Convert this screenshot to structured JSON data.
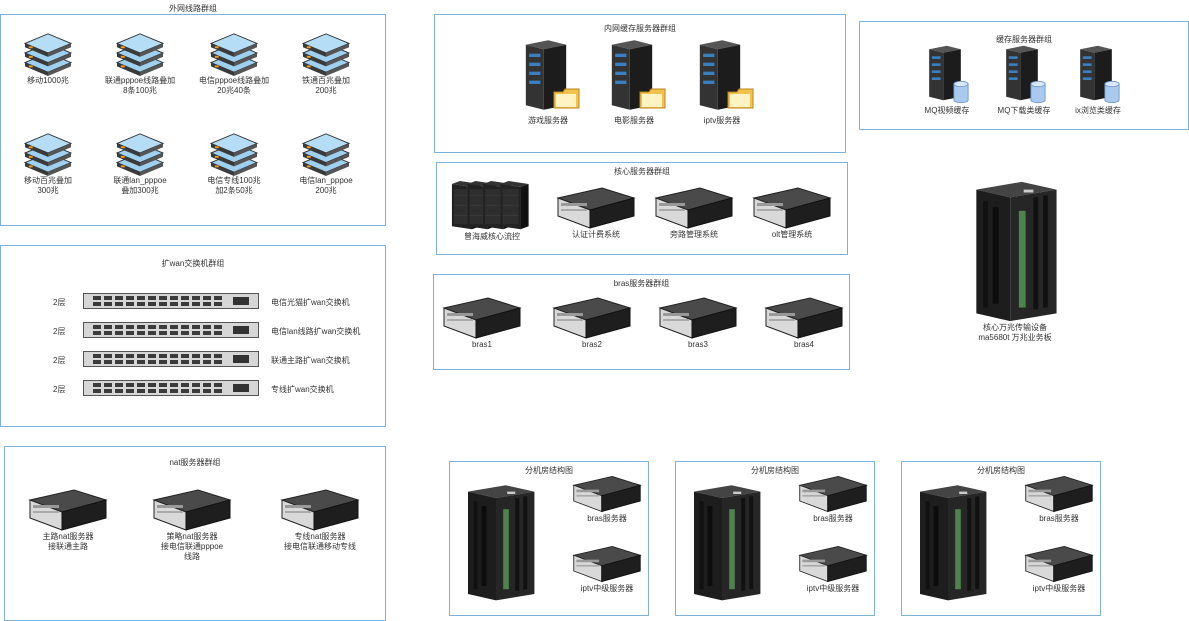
{
  "colors": {
    "border": "#7fb2d6",
    "server_dark": "#2b2b2b",
    "folder": "#f2c24f",
    "db": "#a9c9ef",
    "green": "#6fcf6f"
  },
  "groups": {
    "external_lines": {
      "title": "外网线路群组",
      "items": [
        {
          "label1": "移动1000兆",
          "label2": ""
        },
        {
          "label1": "联通pppoe线路叠加",
          "label2": "8条100兆"
        },
        {
          "label1": "电信pppoe线路叠加",
          "label2": "20兆40条"
        },
        {
          "label1": "铁通百兆叠加",
          "label2": "200兆"
        },
        {
          "label1": "移动百兆叠加",
          "label2": "300兆"
        },
        {
          "label1": "联通lan_pppoe",
          "label2": "叠加300兆"
        },
        {
          "label1": "电信专线100兆",
          "label2": "加2条50兆"
        },
        {
          "label1": "电信lan_pppoe",
          "label2": "200兆"
        }
      ]
    },
    "wan_switch": {
      "title": "扩wan交换机群组",
      "rows": [
        {
          "left": "2层",
          "name": "电信光猫扩wan交换机"
        },
        {
          "left": "2层",
          "name": "电信lan线路扩wan交换机"
        },
        {
          "left": "2层",
          "name": "联通主路扩wan交换机"
        },
        {
          "left": "2层",
          "name": "专线扩wan交换机"
        }
      ]
    },
    "nat": {
      "title": "nat服务器群组",
      "items": [
        {
          "label1": "主路nat服务器",
          "label2": "接联通主路",
          "label3": ""
        },
        {
          "label1": "策略nat服务器",
          "label2": "接电信联通pppoe",
          "label3": "线路"
        },
        {
          "label1": "专线nat服务器",
          "label2": "接电信联通移动专线",
          "label3": ""
        }
      ]
    },
    "intranet_cache": {
      "title": "内网缓存服务器群组",
      "items": [
        {
          "label": "游戏服务器"
        },
        {
          "label": "电影服务器"
        },
        {
          "label": "iptv服务器"
        }
      ]
    },
    "cache": {
      "title": "缓存服务器群组",
      "items": [
        {
          "label": "MQ视频缓存"
        },
        {
          "label": "MQ下载类缓存"
        },
        {
          "label": "ix浏览类缓存"
        }
      ]
    },
    "core": {
      "title": "核心服务器群组",
      "items": [
        {
          "label": "曾海威核心流控"
        },
        {
          "label": "认证计费系统"
        },
        {
          "label": "旁路管理系统"
        },
        {
          "label": "olt管理系统"
        }
      ]
    },
    "bras": {
      "title": "bras服务器群组",
      "items": [
        {
          "label": "bras1"
        },
        {
          "label": "bras2"
        },
        {
          "label": "bras3"
        },
        {
          "label": "bras4"
        }
      ]
    },
    "core_switch": {
      "label1": "核心万兆传输设备",
      "label2": "ma5680t 万兆业务板"
    },
    "branches": [
      {
        "title": "分机房结构图",
        "bras": "bras服务器",
        "iptv": "iptv中级服务器"
      },
      {
        "title": "分机房结构图",
        "bras": "bras服务器",
        "iptv": "iptv中级服务器"
      },
      {
        "title": "分机房结构图",
        "bras": "bras服务器",
        "iptv": "iptv中级服务器"
      }
    ]
  }
}
